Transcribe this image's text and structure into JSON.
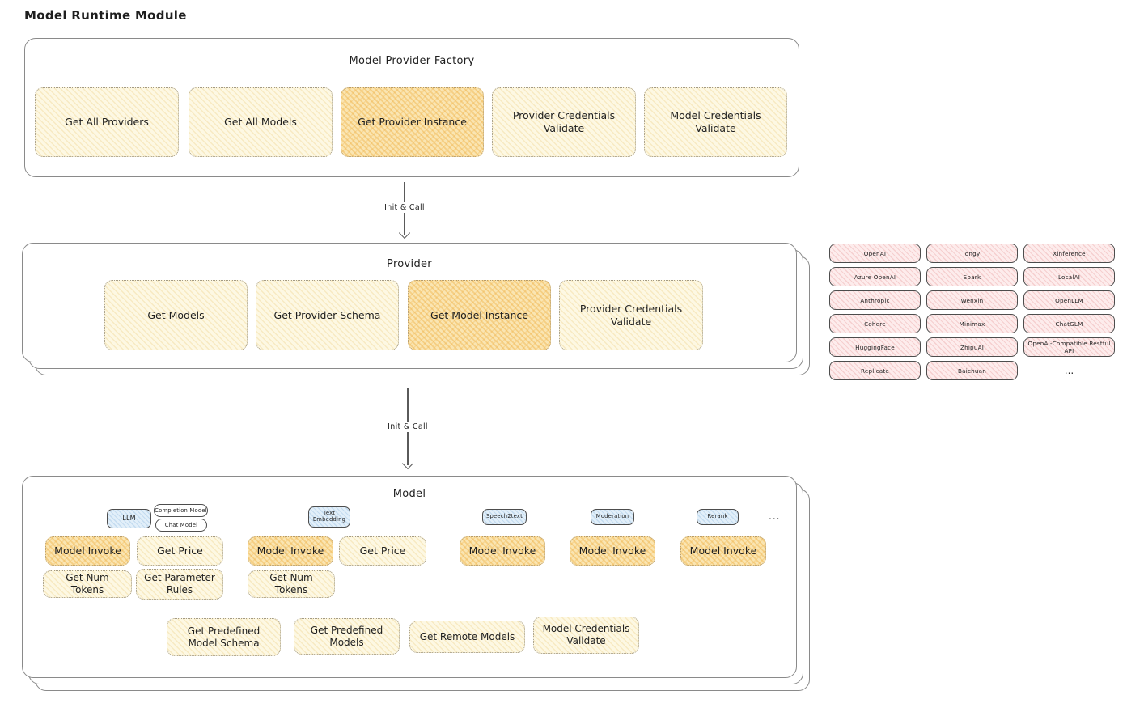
{
  "page": {
    "title": "Model Runtime Module"
  },
  "factory": {
    "title": "Model Provider Factory",
    "buttons": [
      {
        "label": "Get All Providers",
        "highlighted": false
      },
      {
        "label": "Get All Models",
        "highlighted": false
      },
      {
        "label": "Get Provider Instance",
        "highlighted": true
      },
      {
        "label": "Provider Credentials Validate",
        "highlighted": false
      },
      {
        "label": "Model Credentials Validate",
        "highlighted": false
      }
    ]
  },
  "arrow1": {
    "label": "Init & Call"
  },
  "provider": {
    "title": "Provider",
    "buttons": [
      {
        "label": "Get Models",
        "highlighted": false
      },
      {
        "label": "Get Provider Schema",
        "highlighted": false
      },
      {
        "label": "Get Model Instance",
        "highlighted": true
      },
      {
        "label": "Provider Credentials Validate",
        "highlighted": false
      }
    ]
  },
  "providers_list": {
    "items": [
      "OpenAI",
      "Tongyi",
      "Xinference",
      "Azure OpenAI",
      "Spark",
      "LocalAI",
      "Anthropic",
      "Wenxin",
      "OpenLLM",
      "Cohere",
      "Minimax",
      "ChatGLM",
      "HuggingFace",
      "ZhipuAI",
      "OpenAI-Compatible Restful API",
      "Replicate",
      "Baichuan"
    ],
    "ellipsis": "..."
  },
  "arrow2": {
    "label": "Init & Call"
  },
  "model": {
    "title": "Model",
    "llm": {
      "tag": "LLM",
      "subtags": [
        "Completion Model",
        "Chat Model"
      ],
      "invoke": "Model Invoke",
      "price": "Get Price",
      "tokens": "Get Num Tokens",
      "rules": "Get Parameter Rules"
    },
    "embedding": {
      "tag": "Text Embedding",
      "invoke": "Model Invoke",
      "price": "Get Price",
      "tokens": "Get Num Tokens"
    },
    "speech": {
      "tag": "Speech2text",
      "invoke": "Model Invoke"
    },
    "moderation": {
      "tag": "Moderation",
      "invoke": "Model Invoke"
    },
    "rerank": {
      "tag": "Rerank",
      "invoke": "Model Invoke"
    },
    "ellipsis": "...",
    "bottom_buttons": [
      "Get Predefined Model Schema",
      "Get Predefined Models",
      "Get Remote Models",
      "Model Credentials Validate"
    ]
  }
}
